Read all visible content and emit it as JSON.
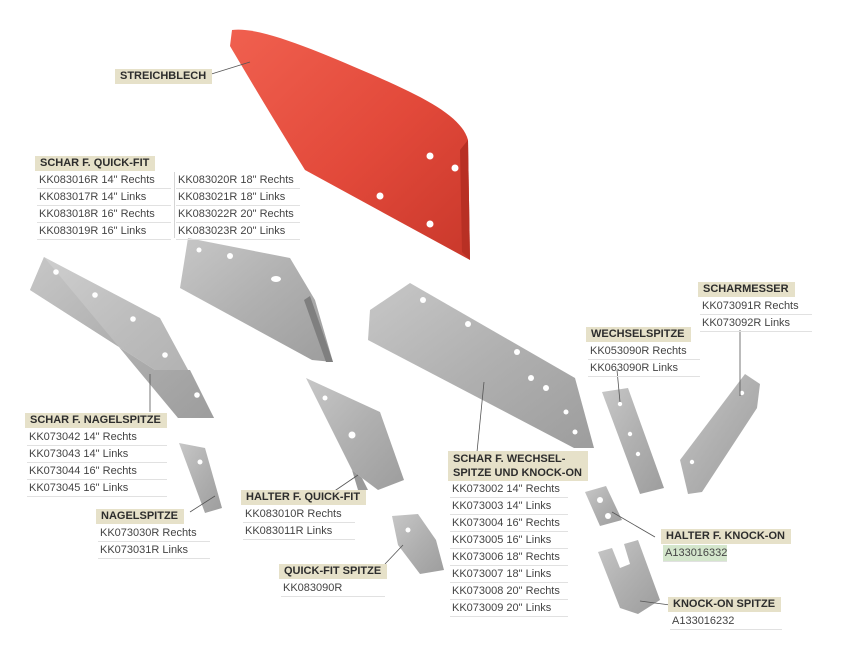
{
  "labels": {
    "streichblech": "STREICHBLECH",
    "schar_quickfit": "SCHAR F. QUICK-FIT",
    "schar_nagelspitze": "SCHAR F. NAGELSPITZE",
    "nagelspitze": "NAGELSPITZE",
    "halter_quickfit": "HALTER F. QUICK-FIT",
    "quickfit_spitze": "QUICK-FIT SPITZE",
    "schar_wechsel_1": "SCHAR F. WECHSEL-",
    "schar_wechsel_2": "SPITZE UND KNOCK-ON",
    "wechselspitze": "WECHSELSPITZE",
    "scharmesser": "SCHARMESSER",
    "halter_knockon": "HALTER F. KNOCK-ON",
    "knockon_spitze": "KNOCK-ON SPITZE"
  },
  "codes": {
    "schar_quickfit_left": [
      "KK083016R 14\" Rechts",
      "KK083017R 14\" Links",
      "KK083018R 16\" Rechts",
      "KK083019R 16\" Links"
    ],
    "schar_quickfit_right": [
      "KK083020R 18\" Rechts",
      "KK083021R 18\" Links",
      "KK083022R 20\" Rechts",
      "KK083023R 20\" Links"
    ],
    "schar_nagelspitze": [
      "KK073042 14\" Rechts",
      "KK073043 14\" Links",
      "KK073044 16\" Rechts",
      "KK073045 16\" Links"
    ],
    "nagelspitze": [
      "KK073030R Rechts",
      "KK073031R Links"
    ],
    "halter_quickfit": [
      "KK083010R Rechts",
      "KK083011R Links"
    ],
    "quickfit_spitze": [
      "KK083090R"
    ],
    "schar_wechsel": [
      "KK073002 14\" Rechts",
      "KK073003 14\" Links",
      "KK073004 16\" Rechts",
      "KK073005 16\" Links",
      "KK073006 18\" Rechts",
      "KK073007 18\" Links",
      "KK073008 20\" Rechts",
      "KK073009 20\" Links"
    ],
    "wechselspitze": [
      "KK053090R Rechts",
      "KK063090R Links"
    ],
    "scharmesser": [
      "KK073091R Rechts",
      "KK073092R Links"
    ],
    "halter_knockon": [
      "A133016332"
    ],
    "knockon_spitze": [
      "A133016232"
    ]
  },
  "colors": {
    "label_bg": "#e6e1c9",
    "part_metal": "#b3b3b3",
    "moldboard_red": "#e04a3c",
    "highlight_green": "#d4e6cc"
  }
}
